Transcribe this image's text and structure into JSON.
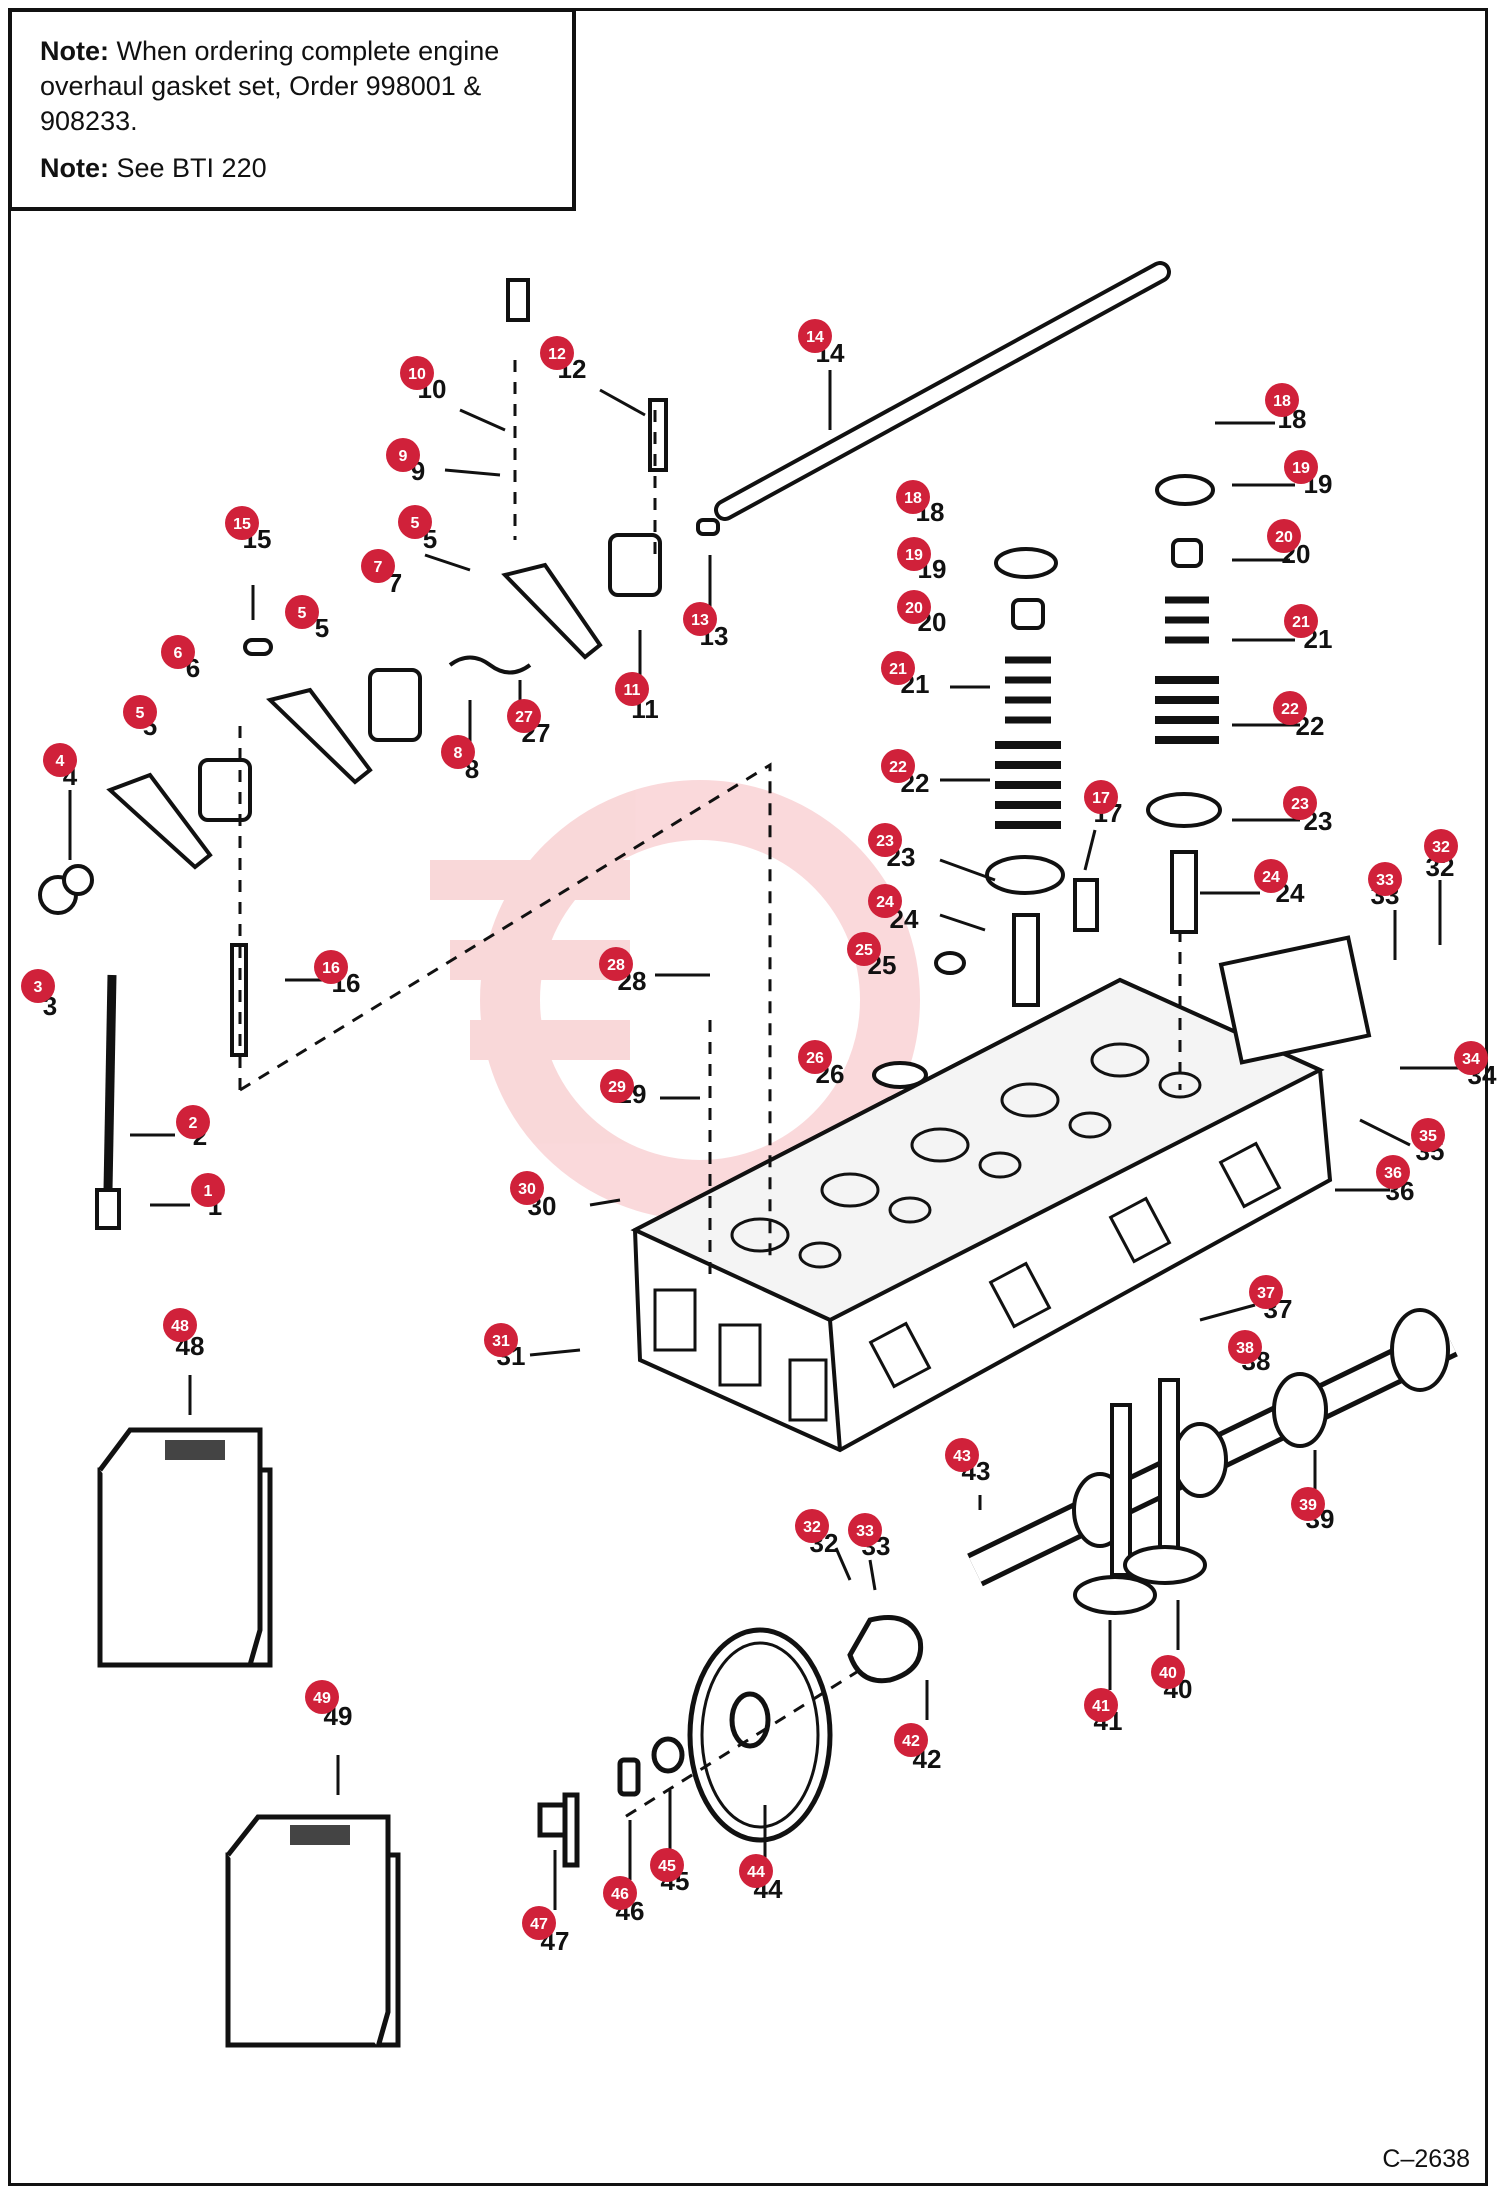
{
  "note": {
    "line1_bold": "Note:",
    "line1_text": " When ordering complete engine overhaul gasket set, Order 998001 & 908233.",
    "line2_bold": "Note:",
    "line2_text": " See BTI 220"
  },
  "figure_id": "C–2638",
  "callout_color": "#d0213a",
  "callouts": [
    {
      "n": "1"
    },
    {
      "n": "2"
    },
    {
      "n": "3"
    },
    {
      "n": "4"
    },
    {
      "n": "5"
    },
    {
      "n": "5"
    },
    {
      "n": "5"
    },
    {
      "n": "6"
    },
    {
      "n": "7"
    },
    {
      "n": "8"
    },
    {
      "n": "9"
    },
    {
      "n": "10"
    },
    {
      "n": "11"
    },
    {
      "n": "12"
    },
    {
      "n": "13"
    },
    {
      "n": "14"
    },
    {
      "n": "15"
    },
    {
      "n": "16"
    },
    {
      "n": "17"
    },
    {
      "n": "18"
    },
    {
      "n": "18"
    },
    {
      "n": "19"
    },
    {
      "n": "19"
    },
    {
      "n": "20"
    },
    {
      "n": "20"
    },
    {
      "n": "21"
    },
    {
      "n": "21"
    },
    {
      "n": "22"
    },
    {
      "n": "22"
    },
    {
      "n": "23"
    },
    {
      "n": "23"
    },
    {
      "n": "24"
    },
    {
      "n": "24"
    },
    {
      "n": "25"
    },
    {
      "n": "26"
    },
    {
      "n": "27"
    },
    {
      "n": "28"
    },
    {
      "n": "29"
    },
    {
      "n": "30"
    },
    {
      "n": "31"
    },
    {
      "n": "32"
    },
    {
      "n": "32"
    },
    {
      "n": "33"
    },
    {
      "n": "33"
    },
    {
      "n": "34"
    },
    {
      "n": "35"
    },
    {
      "n": "36"
    },
    {
      "n": "37"
    },
    {
      "n": "38"
    },
    {
      "n": "39"
    },
    {
      "n": "40"
    },
    {
      "n": "41"
    },
    {
      "n": "42"
    },
    {
      "n": "43"
    },
    {
      "n": "44"
    },
    {
      "n": "45"
    },
    {
      "n": "46"
    },
    {
      "n": "47"
    },
    {
      "n": "48"
    },
    {
      "n": "49"
    }
  ]
}
